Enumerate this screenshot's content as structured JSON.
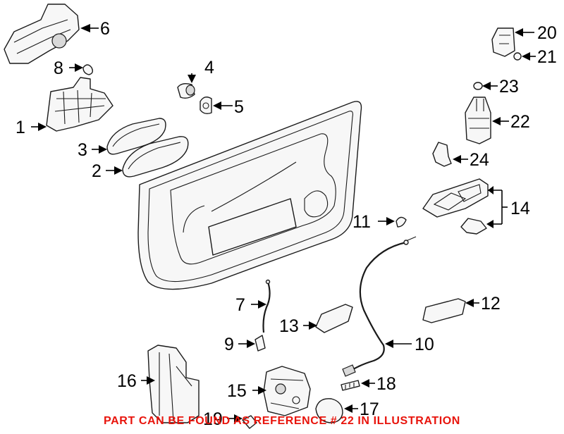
{
  "labels": {
    "p1": "1",
    "p2": "2",
    "p3": "3",
    "p4": "4",
    "p5": "5",
    "p6": "6",
    "p7": "7",
    "p8": "8",
    "p9": "9",
    "p10": "10",
    "p11": "11",
    "p12": "12",
    "p13": "13",
    "p14": "14",
    "p15": "15",
    "p16": "16",
    "p17": "17",
    "p18": "18",
    "p19": "19",
    "p20": "20",
    "p21": "21",
    "p22": "22",
    "p23": "23",
    "p24": "24"
  },
  "footer": {
    "note": "PART CAN BE FOUND AS REFERENCE # 22 IN ILLUSTRATION"
  },
  "colors": {
    "note_text": "#e8140c",
    "line": "#000000",
    "part_fill": "#f7f7f7"
  }
}
